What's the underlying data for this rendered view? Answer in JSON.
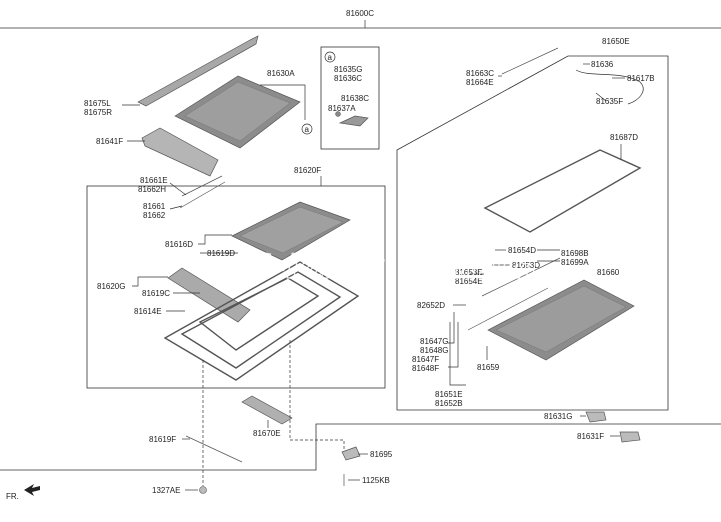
{
  "watermark": "S-Parts.com.vn",
  "front_marker": "FR.",
  "callout_letter": "a",
  "labels": {
    "p81600C": "81600C",
    "p81630A": "81630A",
    "p81635G": "81635G",
    "p81636C": "81636C",
    "p81638C": "81638C",
    "p81637A": "81637A",
    "p81675L": "81675L",
    "p81675R": "81675R",
    "p81641F": "81641F",
    "p81661E": "81661E",
    "p81662H": "81662H",
    "p81661": "81661",
    "p81662": "81662",
    "p81620F": "81620F",
    "p81616D": "81616D",
    "p81619D": "81619D",
    "p81620G": "81620G",
    "p81619C": "81619C",
    "p81614E": "81614E",
    "p81670E": "81670E",
    "p81619F": "81619F",
    "p1327AE": "1327AE",
    "p81695": "81695",
    "p1125KB": "1125KB",
    "p81650E": "81650E",
    "p81663C": "81663C",
    "p81664E": "81664E",
    "p81636": "81636",
    "p81617B": "81617B",
    "p81635F": "81635F",
    "p81687D": "81687D",
    "p81654D": "81654D",
    "p81698B": "81698B",
    "p81699A": "81699A",
    "p81653D": "81653D",
    "p81653E": "81653E",
    "p81654E": "81654E",
    "p81660": "81660",
    "p82652D": "82652D",
    "p81647G": "81647G",
    "p81648G": "81648G",
    "p81647F": "81647F",
    "p81648F": "81648F",
    "p81659": "81659",
    "p81651E": "81651E",
    "p81652B": "81652B",
    "p81631G": "81631G",
    "p81631F": "81631F"
  }
}
